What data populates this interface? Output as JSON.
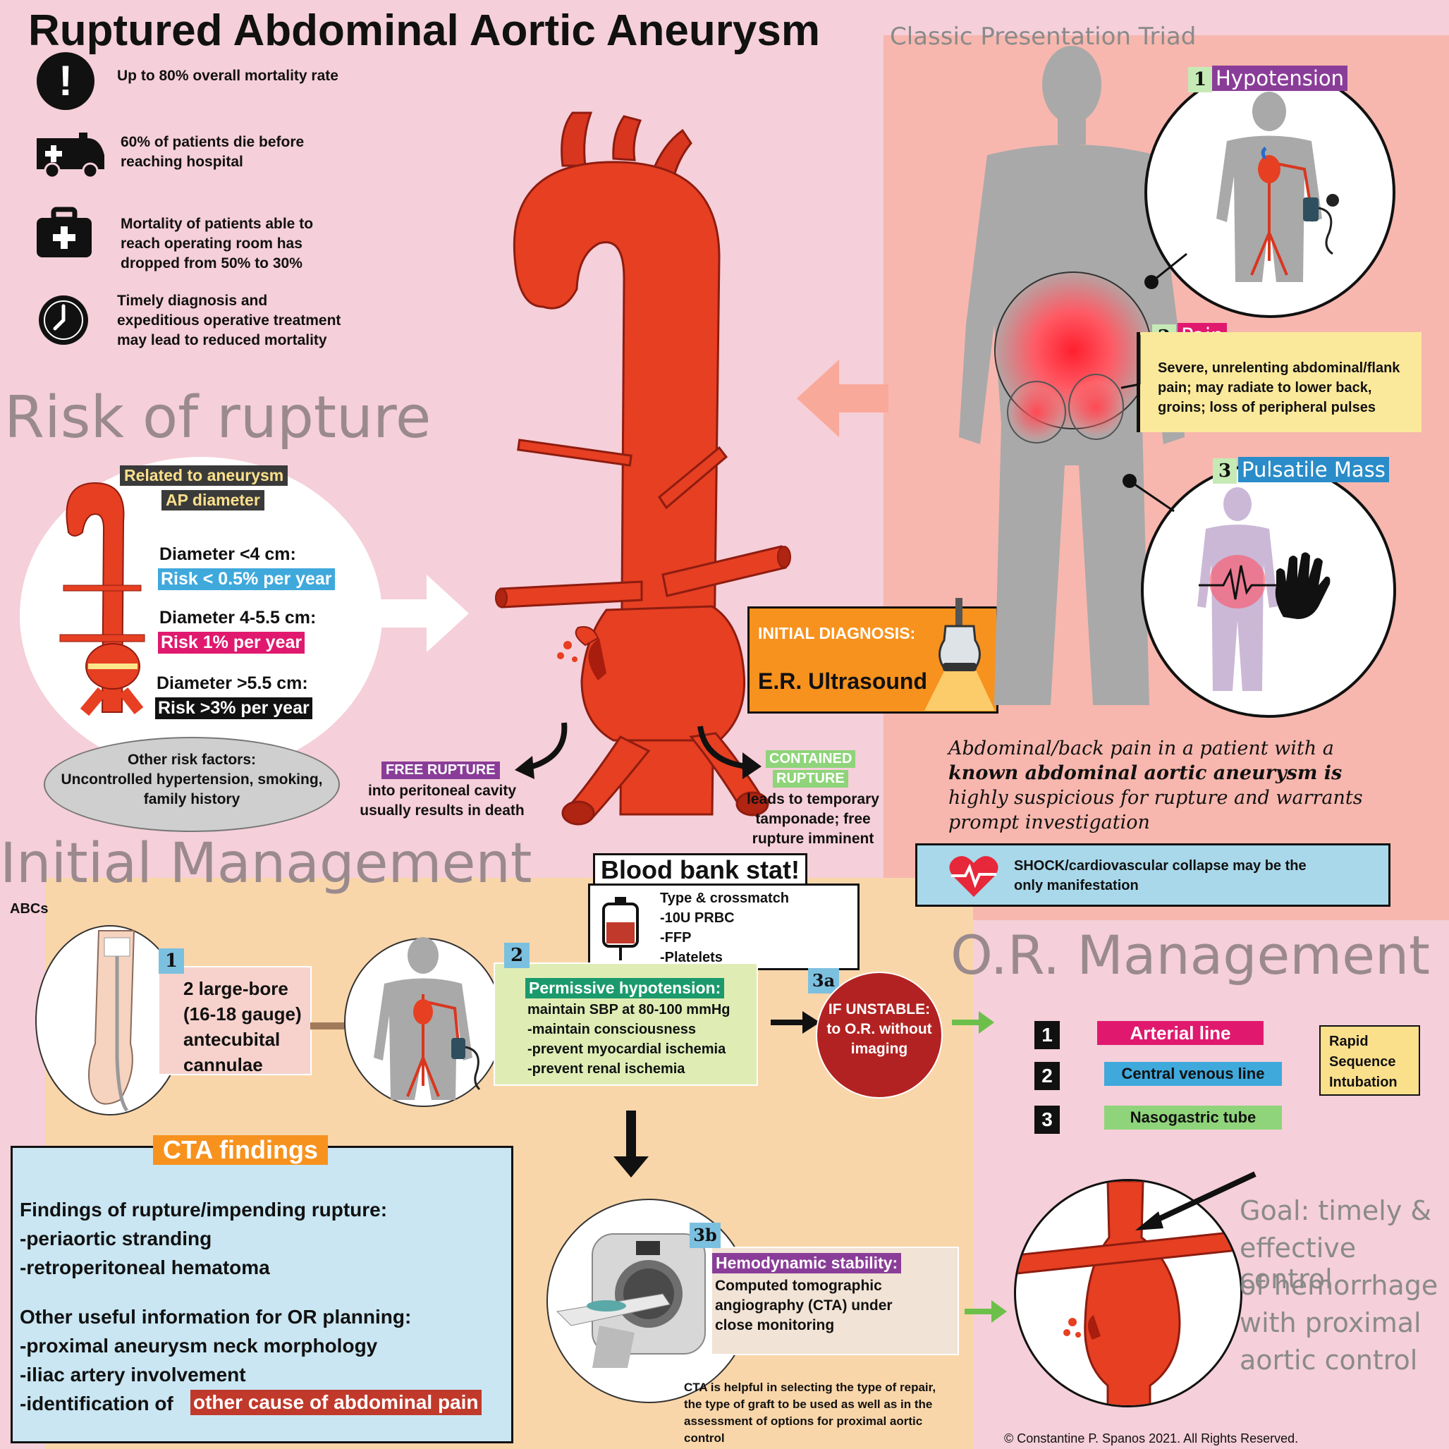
{
  "title": "Ruptured Abdominal Aortic Aneurysm",
  "stats": [
    {
      "icon": "exclamation-icon",
      "text": "Up to 80% overall mortality rate"
    },
    {
      "icon": "ambulance-icon",
      "text_1": "60% of patients die before",
      "text_2": "reaching hospital"
    },
    {
      "icon": "medical-kit-icon",
      "text_1": "Mortality of patients able to",
      "text_2": "reach operating room has",
      "text_3": "dropped from 50% to 30%"
    },
    {
      "icon": "clock-icon",
      "text_1": "Timely diagnosis and",
      "text_2": "expeditious operative treatment",
      "text_3": "may lead to reduced mortality"
    }
  ],
  "risk": {
    "heading": "Risk of rupture",
    "related_1": "Related to aneurysm",
    "related_2": "AP diameter",
    "rows": [
      {
        "label": "Diameter <4 cm:",
        "risk": "Risk < 0.5% per year",
        "color": "#3fa9dc"
      },
      {
        "label": "Diameter 4-5.5 cm:",
        "risk": "Risk 1% per year",
        "color": "#e0196f"
      },
      {
        "label": "Diameter >5.5 cm:",
        "risk": "Risk >3% per year",
        "color": "#111111"
      }
    ],
    "other_title": "Other risk factors:",
    "other_1": "Uncontrolled hypertension, smoking,",
    "other_2": "family history"
  },
  "rupture": {
    "free_tag": "FREE RUPTURE",
    "free_1": "into peritoneal cavity",
    "free_2": "usually results in death",
    "contained_tag_1": "CONTAINED",
    "contained_tag_2": "RUPTURE",
    "contained_1": "leads to temporary",
    "contained_2": "tamponade; free",
    "contained_3": "rupture imminent"
  },
  "diagnosis": {
    "label": "INITIAL DIAGNOSIS:",
    "value": "E.R. Ultrasound"
  },
  "triad": {
    "title": "Classic Presentation Triad",
    "items": [
      {
        "num": "1",
        "label": "Hypotension",
        "color": "#8a3d98"
      },
      {
        "num": "2",
        "label": "Pain",
        "color": "#e0196f"
      },
      {
        "num": "3",
        "label": "Pulsatile Mass",
        "color": "#2a8cc8"
      }
    ],
    "pain_1": "Severe, unrelenting abdominal/flank",
    "pain_2": "pain; may radiate to lower back,",
    "pain_3": "groins; loss of peripheral pulses",
    "note_1": "Abdominal/back pain in a patient with a",
    "note_2": "known abdominal aortic aneurysm is",
    "note_3": "highly suspicious for rupture and warrants",
    "note_4": "prompt investigation",
    "shock_1": "SHOCK/cardiovascular collapse may be the",
    "shock_2": "only manifestation"
  },
  "initial": {
    "heading": "Initial Management",
    "abcs": "ABCs",
    "step1_num": "1",
    "step1_1": "2 large-bore",
    "step1_2": "(16-18 gauge)",
    "step1_3": "antecubital",
    "step1_4": "cannulae",
    "blood_title": "Blood bank stat!",
    "blood_1": "Type & crossmatch",
    "blood_2": "-10U PRBC",
    "blood_3": "-FFP",
    "blood_4": "-Platelets",
    "step2_num": "2",
    "step2_tag": "Permissive hypotension:",
    "step2_1": "maintain SBP at 80-100 mmHg",
    "step2_2": "-maintain consciousness",
    "step2_3": "-prevent myocardial ischemia",
    "step2_4": "-prevent renal ischemia",
    "step3a_num": "3a",
    "step3a_1": "IF UNSTABLE:",
    "step3a_2": "to O.R. without",
    "step3a_3": "imaging",
    "step3b_num": "3b",
    "step3b_tag": "Hemodynamic stability:",
    "step3b_1": "Computed tomographic",
    "step3b_2": "angiography (CTA) under",
    "step3b_3": "close monitoring",
    "cta_note_1": "CTA is helpful in selecting the type of repair,",
    "cta_note_2": "the type of graft to be used as well as in the",
    "cta_note_3": "assessment of options for proximal aortic",
    "cta_note_4": "control"
  },
  "cta": {
    "title": "CTA findings",
    "f_head": "Findings of rupture/impending rupture:",
    "f_1": "-periaortic stranding",
    "f_2": "-retroperitoneal hematoma",
    "o_head": "Other useful information for OR planning:",
    "o_1": "-proximal aneurysm neck morphology",
    "o_2": "-iliac artery involvement",
    "o_3a": "-identification of",
    "o_3b": "other cause of abdominal pain"
  },
  "or": {
    "heading": "O.R. Management",
    "items": [
      {
        "num": "1",
        "label": "Arterial line",
        "color": "#e0196f",
        "text_color": "#ffffff"
      },
      {
        "num": "2",
        "label": "Central venous line",
        "color": "#3fa9dc",
        "text_color": "#111111"
      },
      {
        "num": "3",
        "label": "Nasogastric tube",
        "color": "#8fd47a",
        "text_color": "#111111"
      }
    ],
    "rsi_1": "Rapid",
    "rsi_2": "Sequence",
    "rsi_3": "Intubation",
    "goal_1": "Goal: timely &",
    "goal_2": "effective control",
    "goal_3": "of hemorrhage",
    "goal_4": "with proximal",
    "goal_5": "aortic control"
  },
  "copyright": "© Constantine P. Spanos 2021. All Rights Reserved."
}
